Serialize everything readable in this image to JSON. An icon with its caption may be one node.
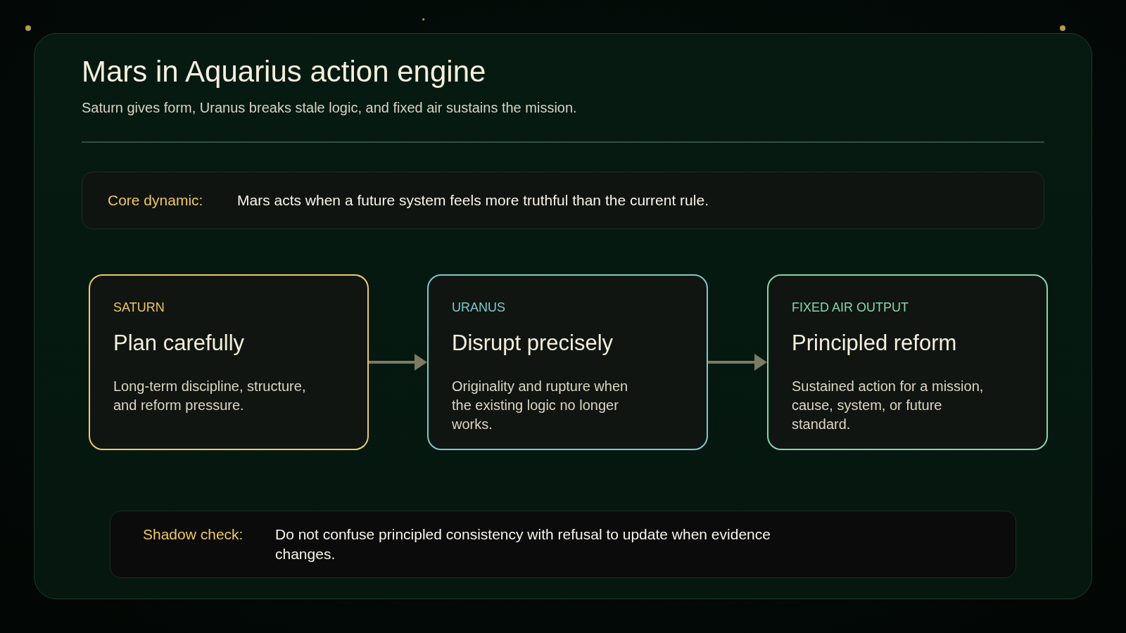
{
  "diagram": {
    "title": "Mars in Aquarius action engine",
    "nodes": [
      {
        "text": [
          "Core dynamic:",
          "Mars acts when a future system feels more truthful than the current rule."
        ]
      },
      {
        "text": [
          "SATURN",
          "Plan carefully",
          "Long-term discipline, structure, and reform pressure."
        ]
      },
      {
        "text": [
          "URANUS",
          "Disrupt precisely",
          "Originality and rupture when the existing logic no longer works."
        ]
      },
      {
        "text": [
          "FIXED AIR OUTPUT",
          "Principled reform",
          "Sustained action for a mission, cause, system, or future standard."
        ]
      },
      {
        "text": [
          "Shadow check:",
          "Do not confuse principled consistency with refusal to update when evidence changes."
        ]
      }
    ],
    "edges": [
      {
        "from": 1,
        "to": 2,
        "arrow": "to"
      },
      {
        "from": 2,
        "to": 3,
        "arrow": "to"
      }
    ],
    "labels": [
      "Saturn gives form, Uranus breaks stale logic, and fixed air sustains the mission."
    ]
  }
}
